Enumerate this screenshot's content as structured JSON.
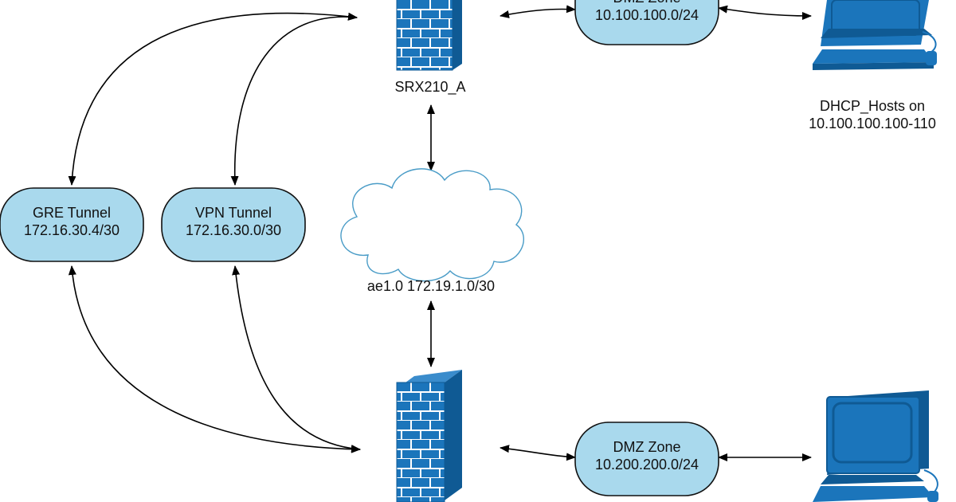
{
  "nodes": {
    "srx_a_label": "SRX210_A",
    "dmz_top": {
      "line1": "DMZ Zone",
      "line2": "10.100.100.0/24"
    },
    "dhcp_hosts": {
      "line1": "DHCP_Hosts on",
      "line2": "10.100.100.100-110"
    },
    "gre_tunnel": {
      "line1": "GRE Tunnel",
      "line2": "172.16.30.4/30"
    },
    "vpn_tunnel": {
      "line1": "VPN Tunnel",
      "line2": "172.16.30.0/30"
    },
    "cloud_label": "ae1.0 172.19.1.0/30",
    "dmz_bottom": {
      "line1": "DMZ Zone",
      "line2": "10.200.200.0/24"
    }
  },
  "colors": {
    "node_fill": "#a9d9ed",
    "firewall_blue": "#1b75bb",
    "firewall_dark": "#0f5a94",
    "cloud_stroke": "#4a9cc7",
    "edge": "#000000"
  }
}
